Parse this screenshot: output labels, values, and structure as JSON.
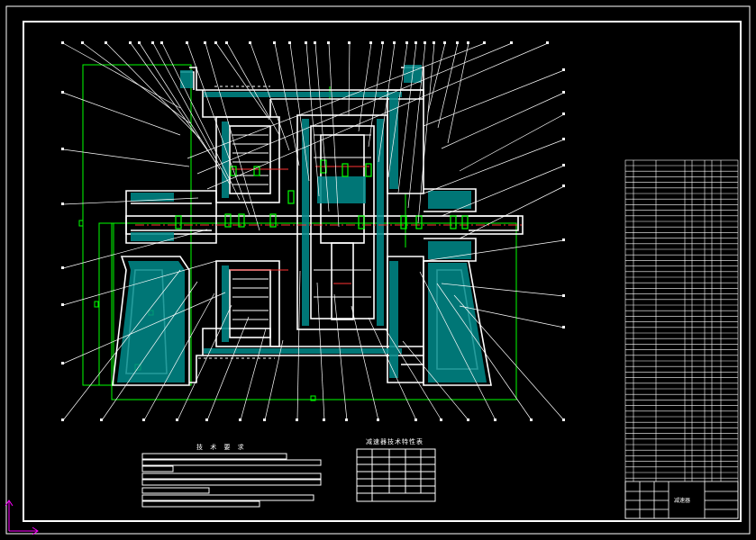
{
  "drawing": {
    "title_block_name": "减速器",
    "technical_requirements_title": "技 术 要 求",
    "technical_spec_table_title": "减速器技术特性表"
  },
  "colors": {
    "background": "#000000",
    "frame": "#ffffff",
    "section_fill": "#008b8b",
    "dimension": "#00ff00",
    "centerline": "#ff3333",
    "ucs_icon": "#ff00ff"
  }
}
